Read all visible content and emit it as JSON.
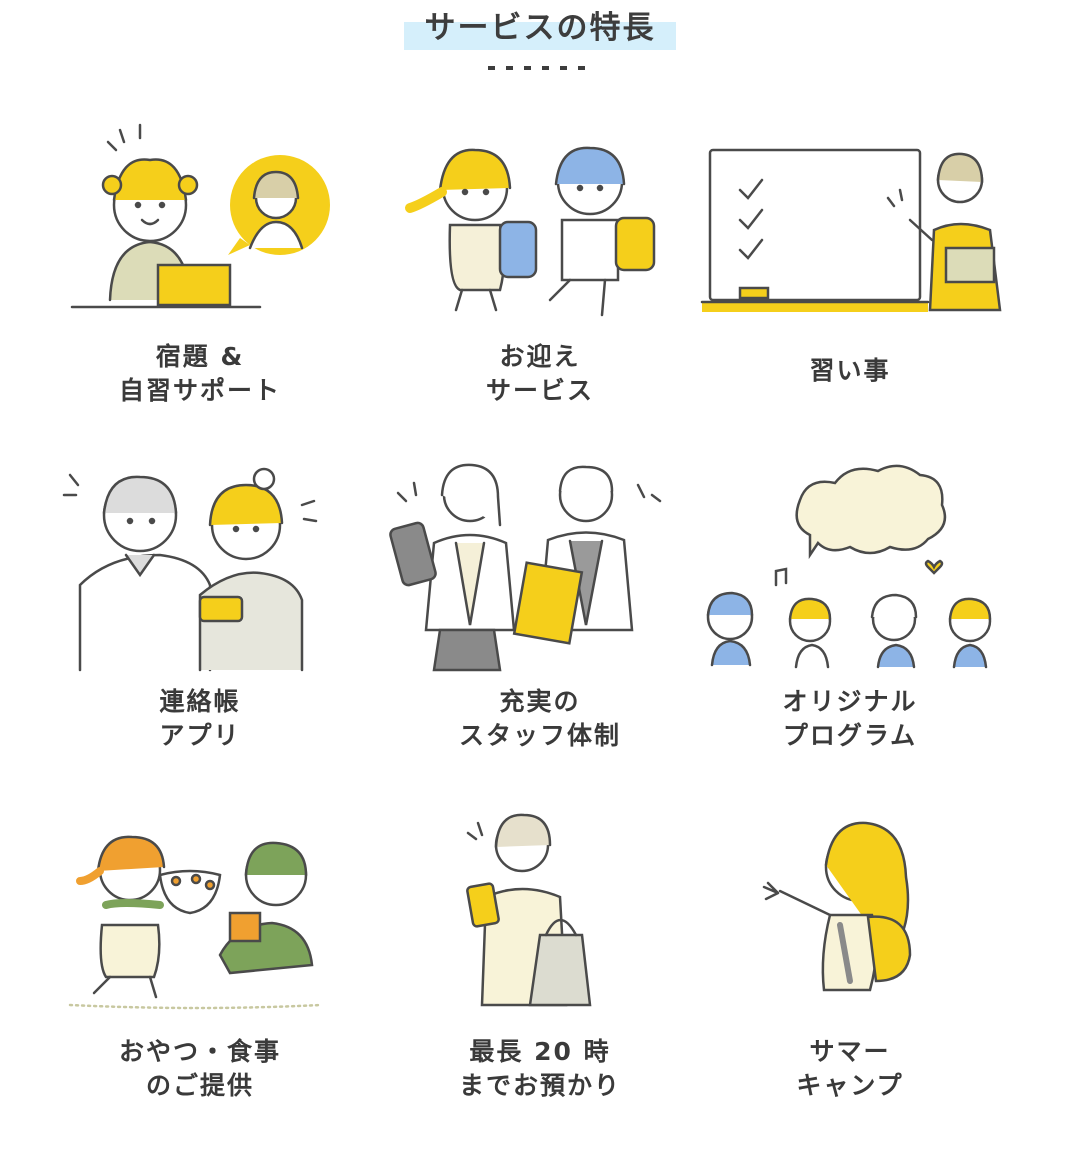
{
  "section": {
    "title": "サービスの特長"
  },
  "features": [
    {
      "line1": "宿題 &",
      "line2": "自習サポート",
      "icon": "homework-support-icon"
    },
    {
      "line1": "お迎え",
      "line2": "サービス",
      "icon": "pickup-service-icon"
    },
    {
      "line1": "習い事",
      "line2": "",
      "icon": "lessons-icon"
    },
    {
      "line1": "連絡帳",
      "line2": "アプリ",
      "icon": "contact-app-icon"
    },
    {
      "line1": "充実の",
      "line2": "スタッフ体制",
      "icon": "staff-icon"
    },
    {
      "line1": "オリジナル",
      "line2": "プログラム",
      "icon": "original-program-icon"
    },
    {
      "line1": "おやつ・食事",
      "line2": "のご提供",
      "icon": "snack-meal-icon"
    },
    {
      "line1": "最長 20 時",
      "line2": "までお預かり",
      "icon": "extended-care-icon"
    },
    {
      "line1": "サマー",
      "line2": "キャンプ",
      "icon": "summer-camp-icon"
    }
  ],
  "colors": {
    "yellow": "#f5cf1b",
    "blue": "#8db4e6",
    "green": "#7da35a",
    "orange": "#f0a030",
    "line": "#4a4a4a",
    "title_bg": "#d5effb"
  }
}
